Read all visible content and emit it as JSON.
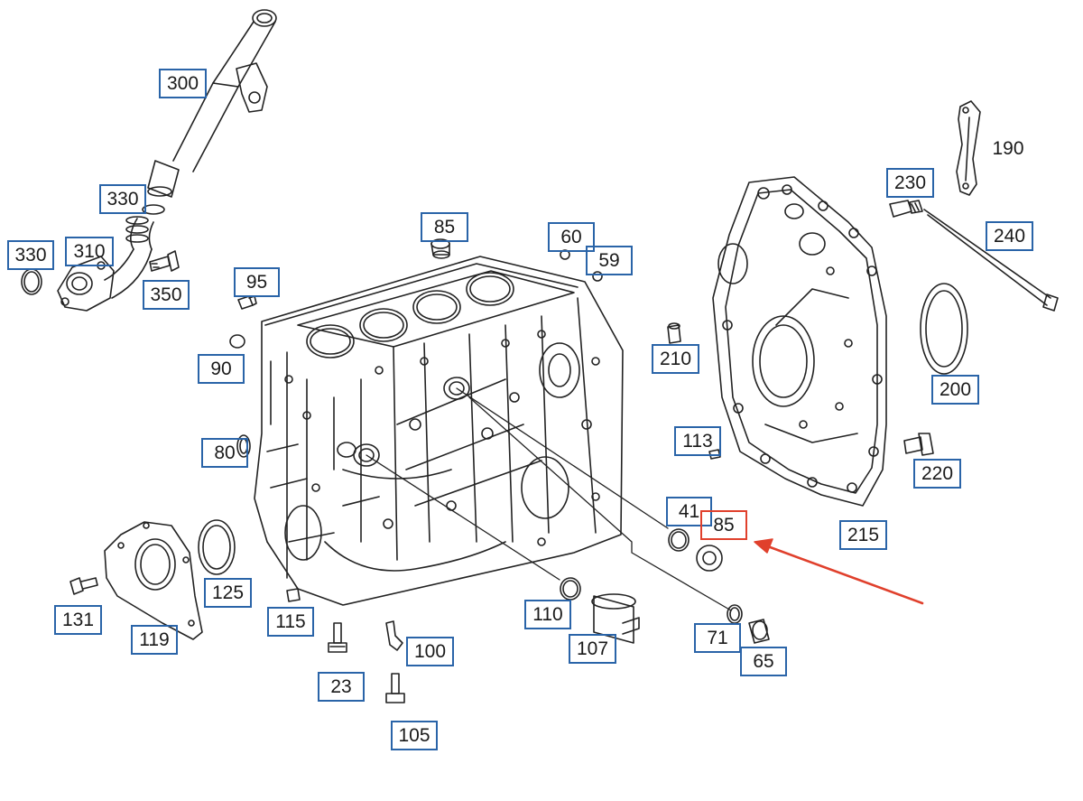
{
  "colors": {
    "label_border": "#2a64a8",
    "highlight_border": "#e0402c",
    "arrow": "#e0402c",
    "line_art": "#222222"
  },
  "labels": {
    "l300": "300",
    "l330a": "330",
    "l330b": "330",
    "l310": "310",
    "l350": "350",
    "l85a": "85",
    "l60": "60",
    "l59": "59",
    "l95": "95",
    "l90": "90",
    "l80": "80",
    "l210": "210",
    "l113": "113",
    "l230": "230",
    "l190": "190",
    "l240": "240",
    "l200": "200",
    "l220": "220",
    "l215": "215",
    "l41": "41",
    "l85b": "85",
    "l131": "131",
    "l119": "119",
    "l125": "125",
    "l115": "115",
    "l23": "23",
    "l100": "100",
    "l105": "105",
    "l110": "110",
    "l107": "107",
    "l71": "71",
    "l65": "65"
  }
}
